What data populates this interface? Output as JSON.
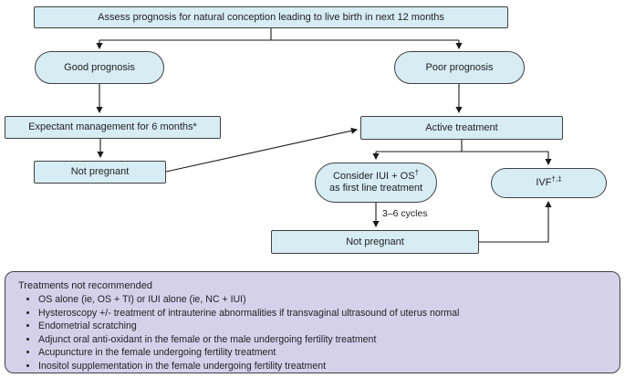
{
  "flowchart": {
    "assess": "Assess prognosis for natural conception leading to live birth in next 12 months",
    "good_prognosis": "Good prognosis",
    "poor_prognosis": "Poor prognosis",
    "expectant": "Expectant management for 6 months*",
    "not_pregnant_1": "Not pregnant",
    "active_treatment": "Active treatment",
    "iui_line1": "Consider IUI + OS",
    "iui_line1_sup": "†",
    "iui_line2": "as first line treatment",
    "ivf": "IVF",
    "ivf_sup": "†,‡",
    "cycles_label": "3–6 cycles",
    "not_pregnant_2": "Not pregnant"
  },
  "not_recommended": {
    "title": "Treatments not recommended",
    "items": [
      "OS alone (ie, OS + TI) or IUI alone (ie, NC + IUI)",
      "Hysteroscopy +/- treatment of intrauterine abnormalities if transvaginal ultrasound of uterus normal",
      "Endometrial scratching",
      "Adjunct oral anti-oxidant in the female or the male undergoing fertility treatment",
      "Acupuncture in the female undergoing fertility treatment",
      "Inositol supplementation in the female undergoing fertility treatment"
    ]
  },
  "colors": {
    "node_fill": "#d8ecf4",
    "node_border": "#404040",
    "panel_fill": "#d6d1eb",
    "arrow": "#1a1a1a",
    "text": "#222222"
  }
}
